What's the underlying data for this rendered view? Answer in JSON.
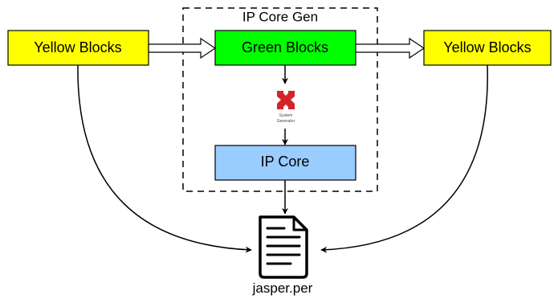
{
  "group": {
    "label": "IP Core Gen"
  },
  "blocks": {
    "yellow_left": {
      "label": "Yellow Blocks",
      "color": "#ffff00"
    },
    "green": {
      "label": "Green Blocks",
      "color": "#00ff00"
    },
    "yellow_right": {
      "label": "Yellow Blocks",
      "color": "#ffff00"
    },
    "ip_core": {
      "label": "IP Core",
      "color": "#99ccff"
    }
  },
  "sysgen": {
    "line1": "System",
    "line2": "Generator",
    "icon": "xilinx-logo",
    "color": "#d4232b"
  },
  "file": {
    "label": "jasper.per",
    "icon": "document-icon"
  }
}
